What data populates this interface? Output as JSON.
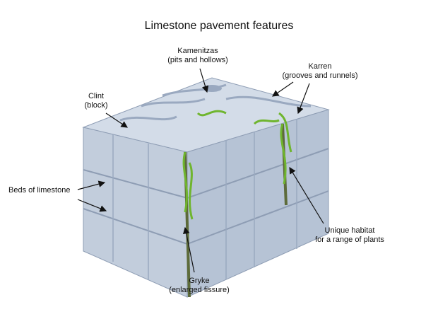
{
  "title": "Limestone pavement features",
  "labels": {
    "kamenitzas": {
      "name": "Kamenitzas",
      "desc": "(pits and hollows)"
    },
    "karren": {
      "name": "Karren",
      "desc": "(grooves and runnels)"
    },
    "clint": {
      "name": "Clint",
      "desc": "(block)"
    },
    "beds": {
      "name": "Beds of limestone"
    },
    "habitat": {
      "name": "Unique habitat",
      "desc": "for a range of plants"
    },
    "gryke": {
      "name": "Gryke",
      "desc": "(enlarged fissure)"
    }
  },
  "colors": {
    "stone_light": "#d3dce8",
    "stone_mid": "#b6c3d5",
    "stone_dark": "#8e9db4",
    "plant": "#6fb52e"
  }
}
